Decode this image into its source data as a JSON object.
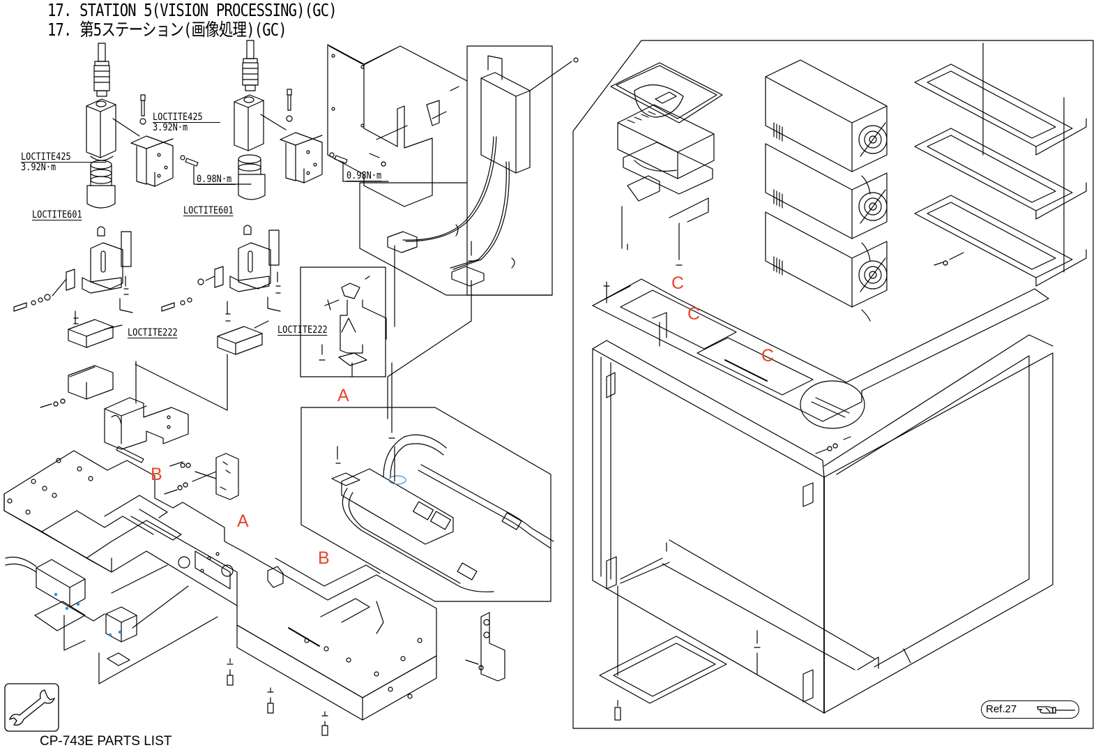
{
  "document": {
    "title_en": "17. STATION 5(VISION PROCESSING)(GC)",
    "title_jp": "17. 第5ステーション(画像処理)(GC)",
    "footer": "CP-743E PARTS LIST",
    "reference": "Ref.27"
  },
  "colors": {
    "line": "#000000",
    "callout": "#e8432a",
    "accent_blue": "#2a8fd8"
  },
  "annotations": [
    {
      "id": "loctite425-left",
      "text": "LOCTITE425",
      "sub": "3.92N·m"
    },
    {
      "id": "loctite425-right",
      "text": "LOCTITE425",
      "sub": "3.92N·m"
    },
    {
      "id": "torque-left",
      "text": "0.98N·m"
    },
    {
      "id": "torque-right",
      "text": "0.98N·m"
    },
    {
      "id": "loctite601-left",
      "text": "LOCTITE601"
    },
    {
      "id": "loctite601-right",
      "text": "LOCTITE601"
    },
    {
      "id": "loctite222-left",
      "text": "LOCTITE222"
    },
    {
      "id": "loctite222-right",
      "text": "LOCTITE222"
    }
  ],
  "callouts": [
    {
      "id": "callout-a-upper",
      "letter": "A"
    },
    {
      "id": "callout-a-lower",
      "letter": "A"
    },
    {
      "id": "callout-b-upper",
      "letter": "B"
    },
    {
      "id": "callout-b-lower",
      "letter": "B"
    },
    {
      "id": "callout-c-1",
      "letter": "C"
    },
    {
      "id": "callout-c-2",
      "letter": "C"
    },
    {
      "id": "callout-c-3",
      "letter": "C"
    }
  ],
  "icons": {
    "tool": "wrench-icon",
    "reference": "pointing-hand-icon"
  }
}
